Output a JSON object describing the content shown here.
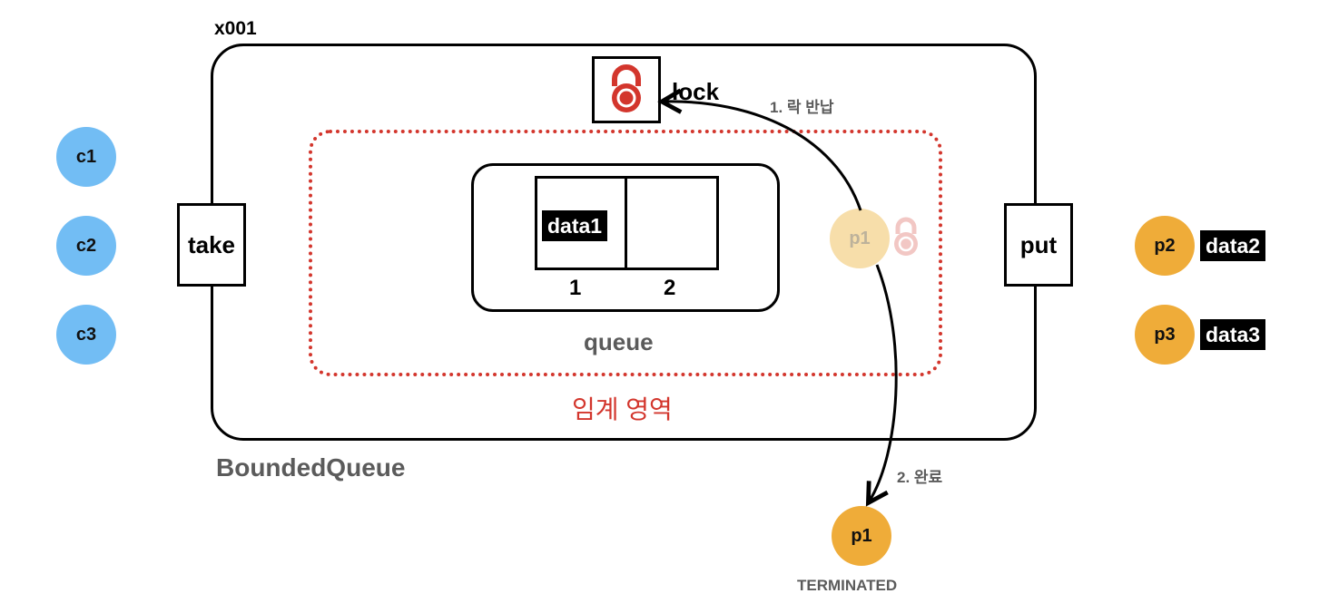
{
  "object_id": "x001",
  "bounded_queue": {
    "label": "BoundedQueue",
    "lock_label": "lock",
    "lock_icon": "padlock-icon",
    "take_label": "take",
    "put_label": "put",
    "critical_section_label": "임계 영역",
    "queue": {
      "label": "queue",
      "slots": [
        {
          "index": "1",
          "value": "data1"
        },
        {
          "index": "2",
          "value": ""
        }
      ]
    }
  },
  "consumers": [
    "c1",
    "c2",
    "c3"
  ],
  "producers_waiting": [
    {
      "name": "p2",
      "data": "data2"
    },
    {
      "name": "p3",
      "data": "data3"
    }
  ],
  "active_producer": {
    "name": "p1",
    "lock_icon": "padlock-icon-faded"
  },
  "finished_producer": {
    "name": "p1",
    "state": "TERMINATED"
  },
  "steps": {
    "release_lock": "1. 락 반납",
    "complete": "2. 완료"
  },
  "colors": {
    "consumer": "#72bdf4",
    "producer": "#efac39",
    "producer_faded": "#f7deaa",
    "lock": "#d3362d",
    "critical_section": "#d3362d",
    "secondary_text": "#5b5b5b"
  }
}
